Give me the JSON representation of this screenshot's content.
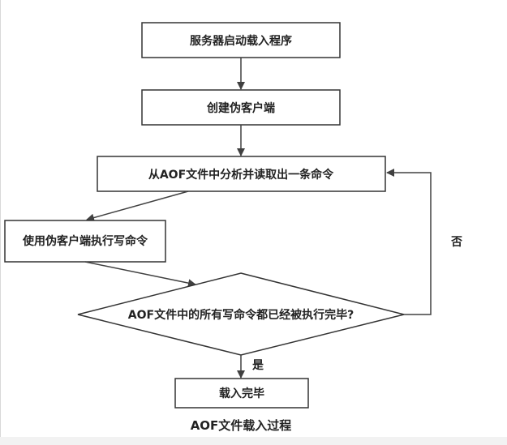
{
  "nodes": {
    "start": "服务器启动载入程序",
    "create_client": "创建伪客户端",
    "read_command": "从AOF文件中分析并读取出一条命令",
    "execute_command": "使用伪客户端执行写命令",
    "decision": "AOF文件中的所有写命令都已经被执行完毕?",
    "done": "载入完毕"
  },
  "edges": {
    "no_label": "否",
    "yes_label": "是"
  },
  "caption": "AOF文件载入过程",
  "colors": {
    "box_fill": "#ffffff",
    "box_stroke": "#333333",
    "arrow": "#404040",
    "text": "#222222"
  }
}
